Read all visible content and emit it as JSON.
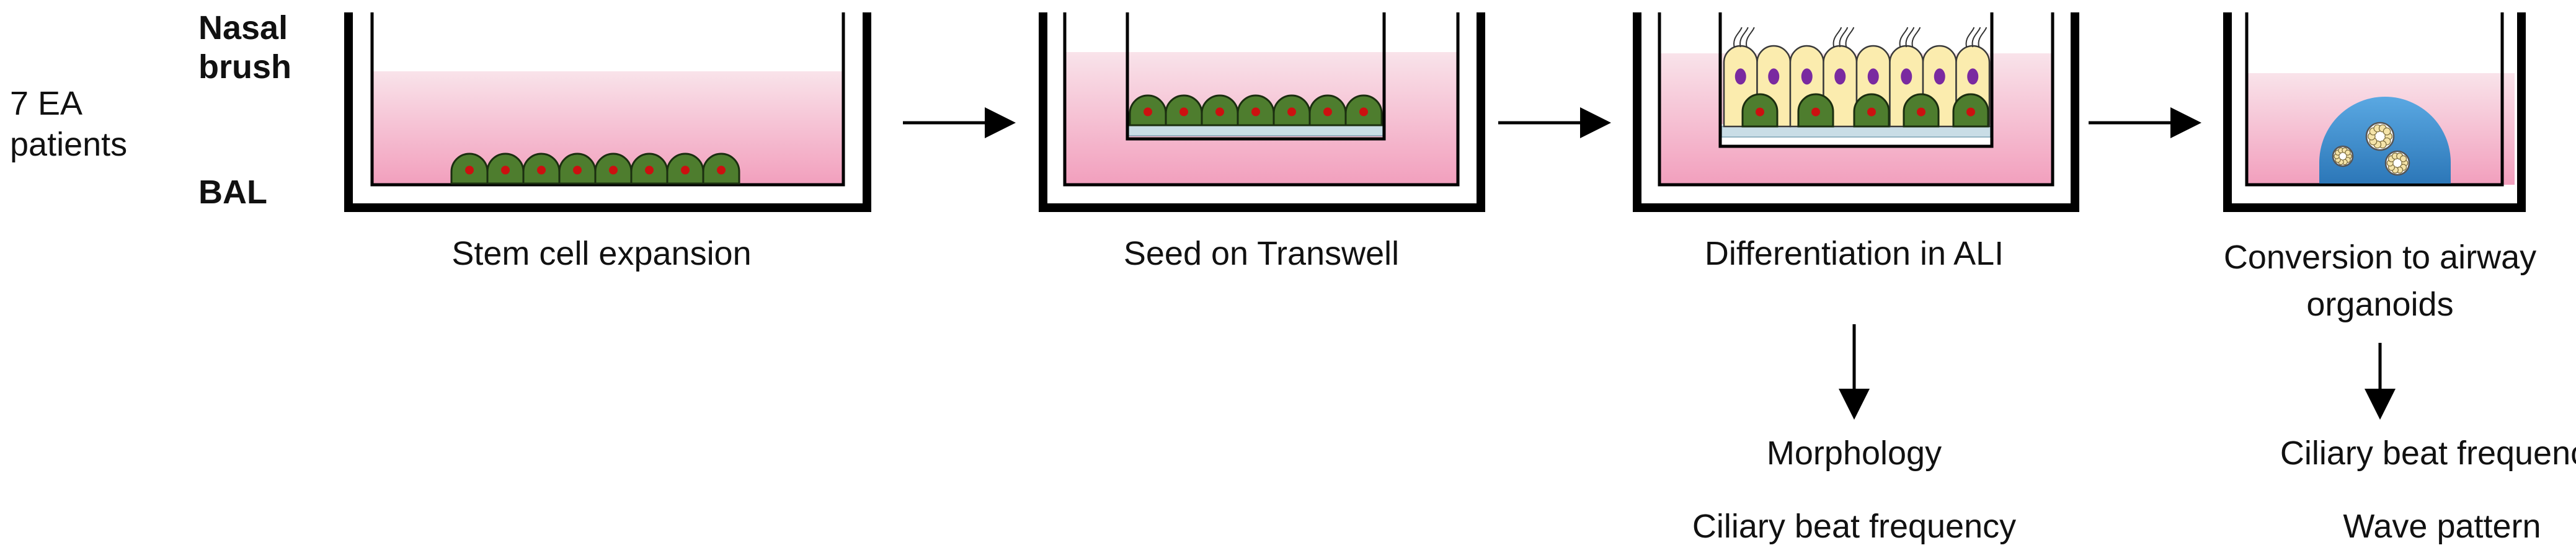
{
  "colors": {
    "medium_top": "#f9e3ea",
    "medium_bottom": "#f29fbd",
    "stem_cell": "#4e7d2e",
    "nucleus_red": "#cc1010",
    "ciliated_cell": "#fbecae",
    "nucleus_purple": "#7a2aa0",
    "membrane": "#c9dde6",
    "organoid": "#3c8fd0",
    "line": "#000000"
  },
  "left_label": {
    "line1": "7 EA",
    "line2": "patients"
  },
  "sources": {
    "nasal_line1": "Nasal",
    "nasal_line2": "brush",
    "bal": "BAL"
  },
  "steps": [
    {
      "caption": "Stem cell expansion",
      "icon": "culture-well-icon"
    },
    {
      "caption": "Seed on Transwell",
      "icon": "transwell-insert-icon"
    },
    {
      "caption": "Differentiation in ALI",
      "icon": "air-liquid-interface-icon"
    },
    {
      "caption_line1": "Conversion to airway",
      "caption_line2": "organoids",
      "icon": "organoid-well-icon"
    }
  ],
  "readouts": {
    "ali": [
      "Morphology",
      "Ciliary beat frequency"
    ],
    "organoids": [
      "Ciliary beat frequency",
      "Wave pattern"
    ]
  }
}
